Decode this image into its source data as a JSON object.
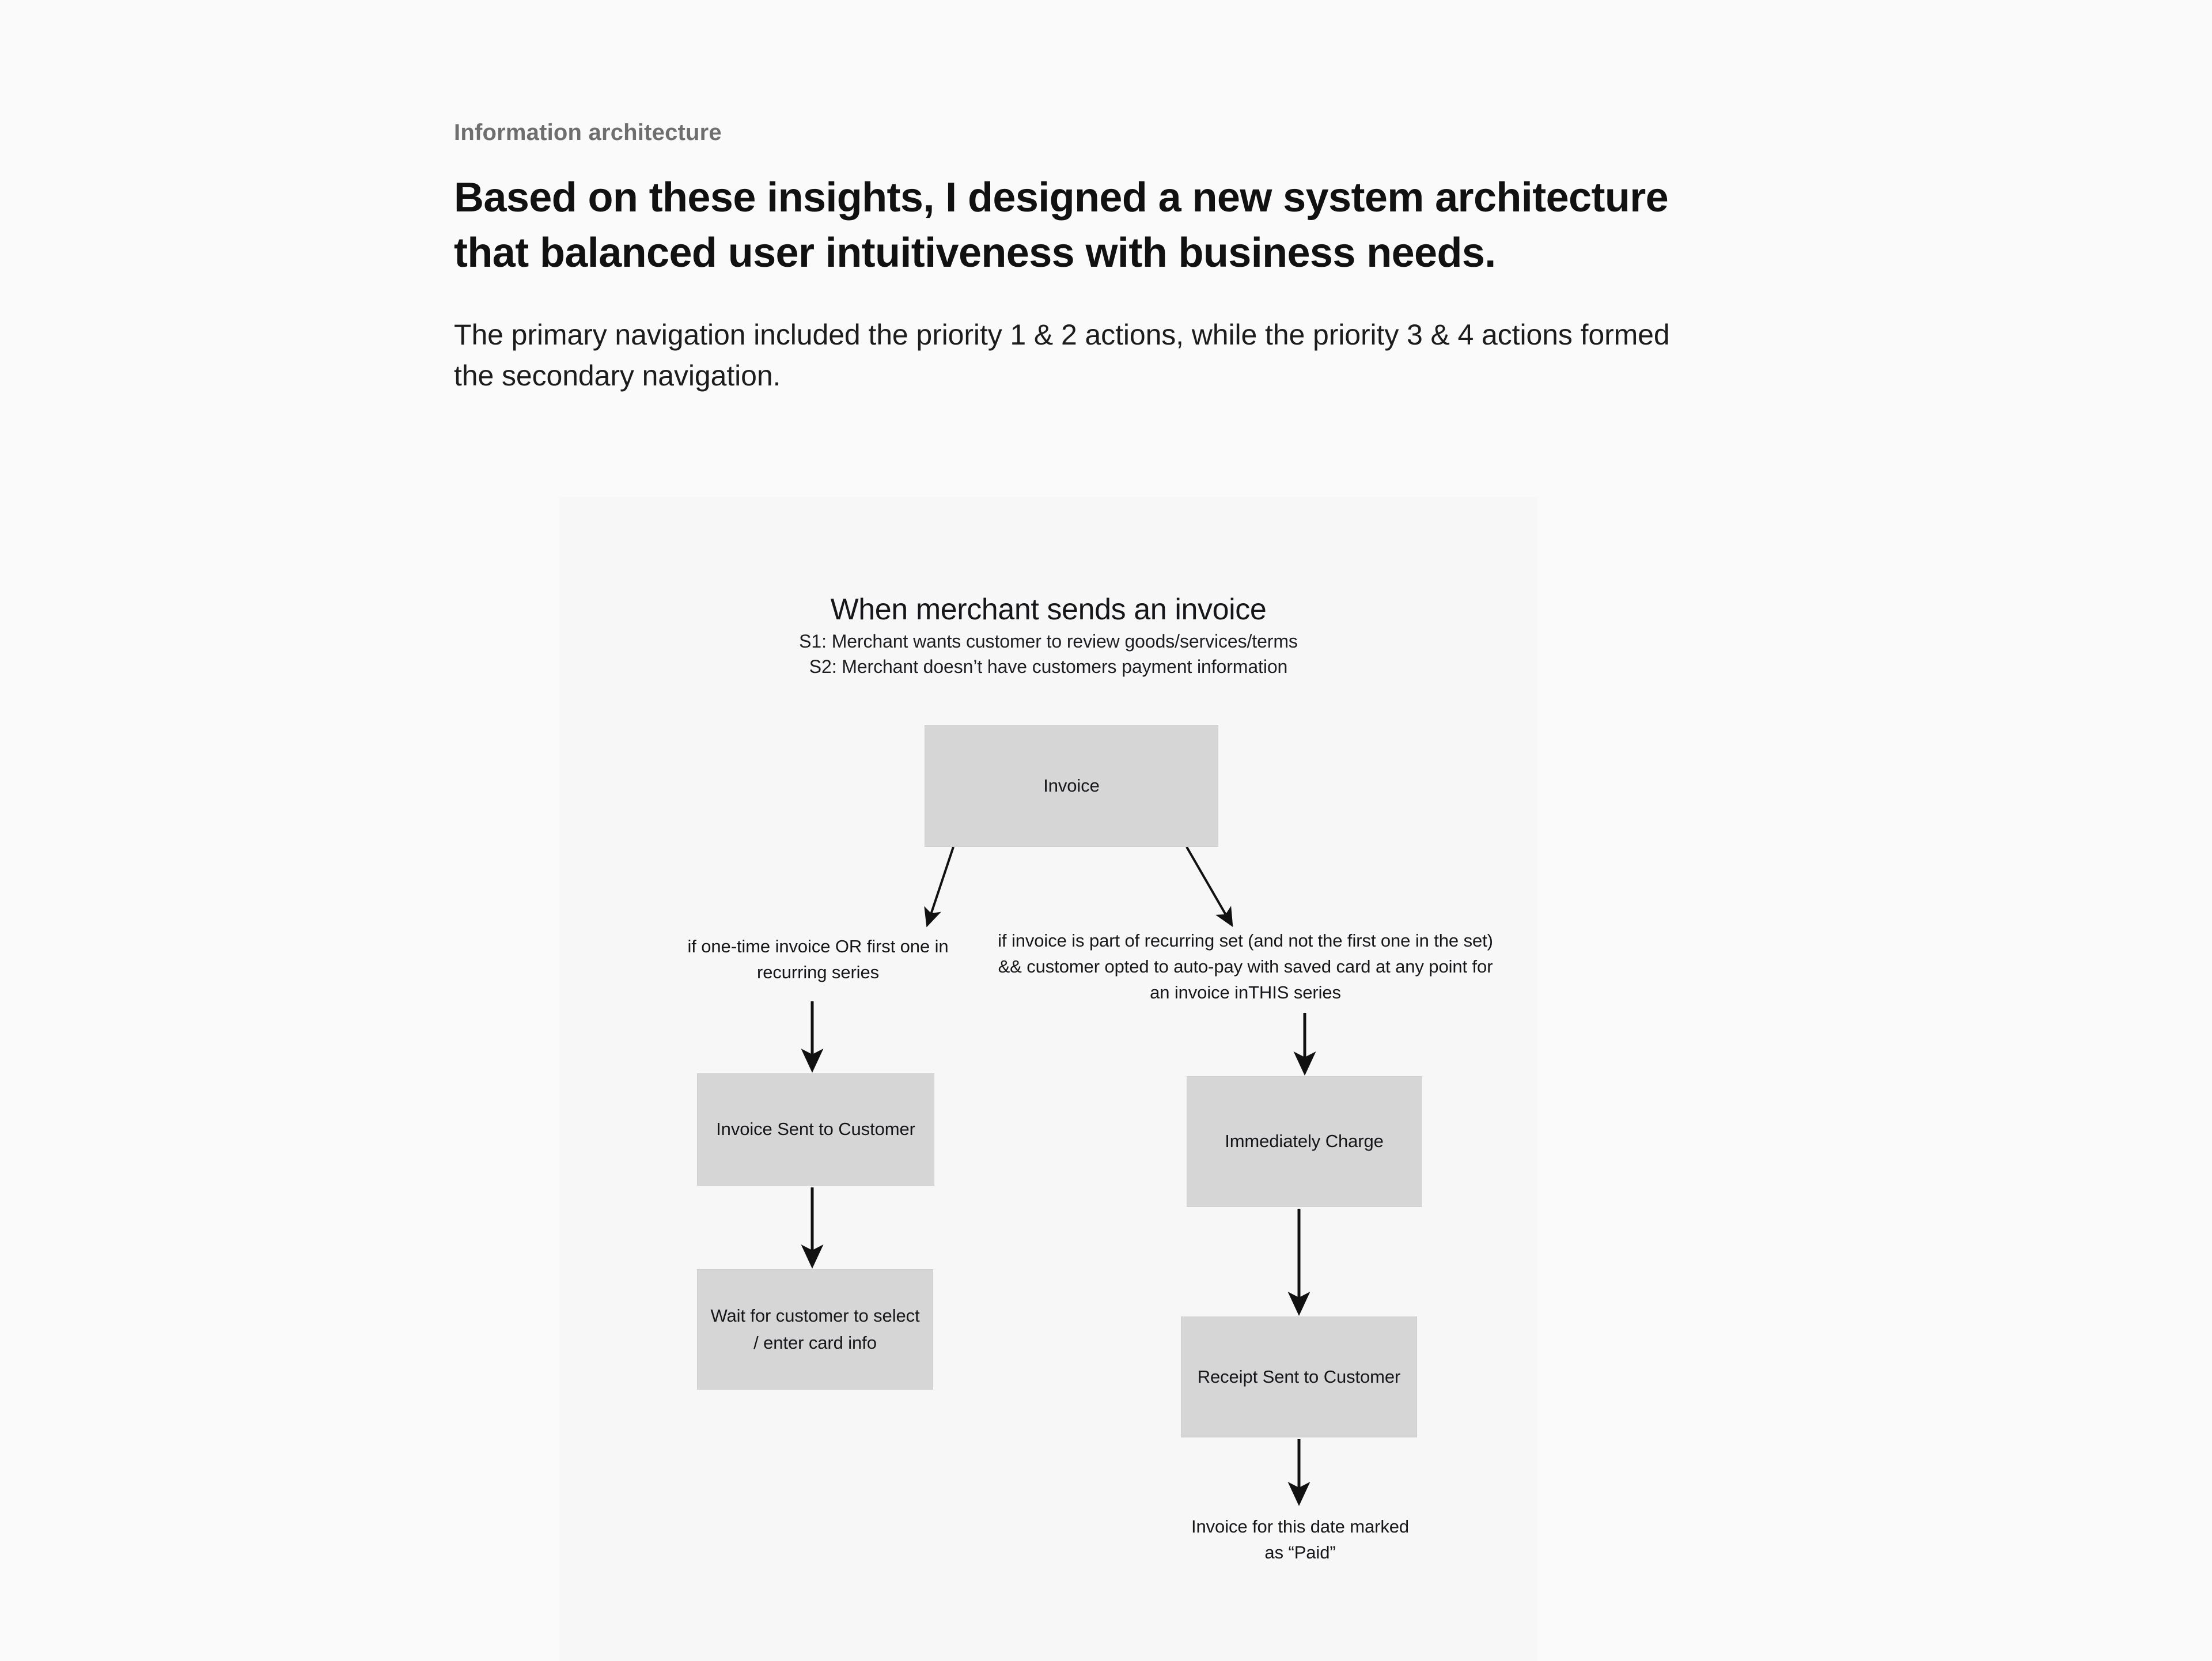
{
  "header": {
    "eyebrow": "Information architecture",
    "headline": "Based on these insights, I designed a new system architecture that balanced user intuitiveness with business needs.",
    "subcopy": "The primary navigation included the priority 1 & 2 actions, while the priority 3 & 4 actions formed the secondary navigation."
  },
  "diagram": {
    "title": "When merchant sends an invoice",
    "scenario_1": "S1: Merchant wants customer to review goods/services/terms",
    "scenario_2": "S2: Merchant doesn’t have customers payment information",
    "nodes": {
      "invoice": "Invoice",
      "invoice_sent": "Invoice Sent to Customer",
      "wait_for_customer": "Wait for customer to select / enter card info",
      "immediately_charge": "Immediately Charge",
      "receipt_sent": "Receipt Sent to Customer"
    },
    "labels": {
      "branch_left": "if one-time invoice OR first one in recurring series",
      "branch_right": "if invoice is part of recurring set (and not the first one in the set) && customer opted to auto-pay with saved card at any point for an invoice inTHIS series",
      "paid": "Invoice for this date marked as “Paid”"
    },
    "colors": {
      "page_background": "#fafafa",
      "panel_background": "#f7f7f7",
      "node_fill": "#d6d6d6",
      "node_border": "#cfcfcf",
      "connector": "#111111",
      "eyebrow_text": "#6e6e6e",
      "body_text": "#16161a"
    }
  }
}
